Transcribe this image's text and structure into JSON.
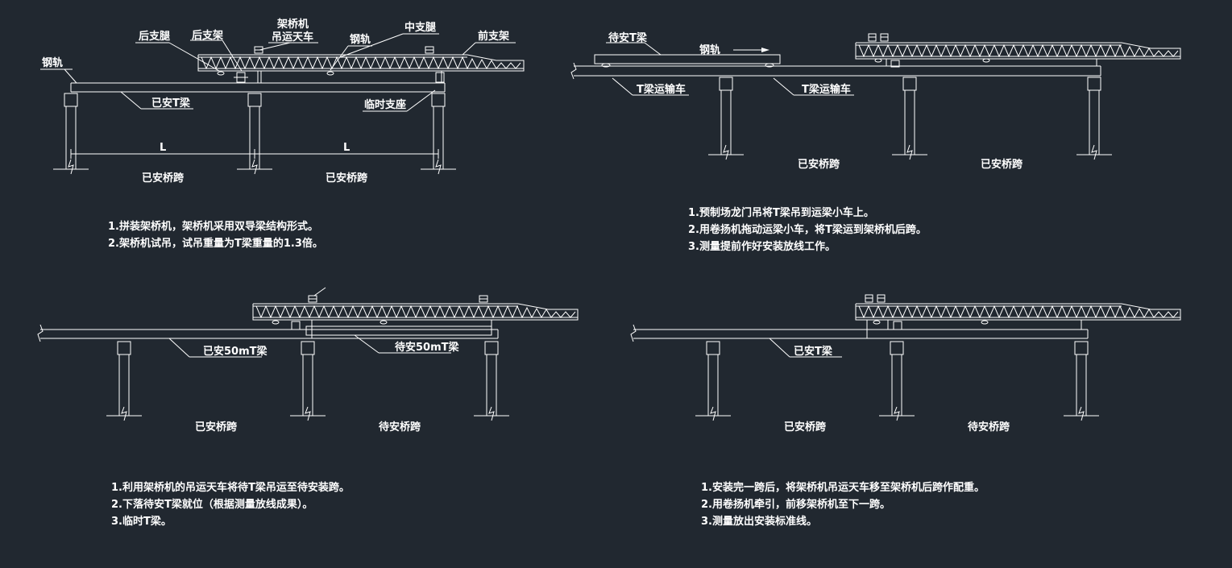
{
  "colors": {
    "background": "#212830",
    "lines": "#ffffff"
  },
  "panel1": {
    "labels": {
      "rear_leg": "后支腿",
      "rear_support": "后支架",
      "machine_line1": "架桥机",
      "machine_line2": "吊运天车",
      "rail_top": "钢轨",
      "mid_leg": "中支腿",
      "front_support": "前支架",
      "rail_left": "钢轨",
      "installed_girder": "已安T梁",
      "temp_support": "临时支座",
      "span_l1": "L",
      "span_l2": "L",
      "span1": "已安桥跨",
      "span2": "已安桥跨"
    },
    "notes": [
      "1.拼装架桥机，架桥机采用双导梁结构形式。",
      "2.架桥机试吊，试吊重量为T梁重量的1.3倍。"
    ]
  },
  "panel2": {
    "labels": {
      "pending_girder": "待安T梁",
      "rail": "钢轨",
      "trolley1": "T梁运输车",
      "trolley2": "T梁运输车",
      "span1": "已安桥跨",
      "span2": "已安桥跨"
    },
    "notes": [
      "1.预制场龙门吊将T梁吊到运梁小车上。",
      "2.用卷扬机拖动运梁小车，将T梁运到架桥机后跨。",
      "3.测量提前作好安装放线工作。"
    ]
  },
  "panel3": {
    "labels": {
      "installed_girder": "已安50mT梁",
      "pending_girder": "待安50mT梁",
      "span1": "已安桥跨",
      "span2": "待安桥跨"
    },
    "notes": [
      "1.利用架桥机的吊运天车将待T梁吊运至待安装跨。",
      "2.下落待安T梁就位（根据测量放线成果）。",
      "3.临时T梁。"
    ]
  },
  "panel4": {
    "labels": {
      "installed_girder": "已安T梁",
      "span1": "已安桥跨",
      "span2": "待安桥跨"
    },
    "notes": [
      "1.安装完一跨后，将架桥机吊运天车移至架桥机后跨作配重。",
      "2.用卷扬机牵引，前移架桥机至下一跨。",
      "3.测量放出安装标准线。"
    ]
  }
}
